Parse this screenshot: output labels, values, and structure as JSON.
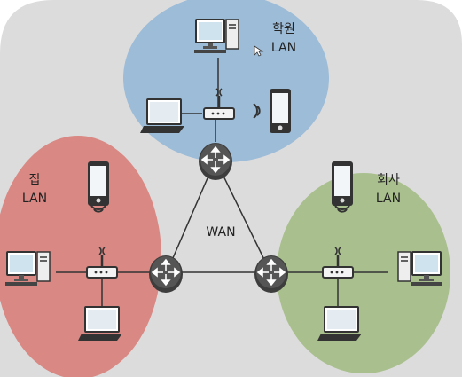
{
  "zones": {
    "academy": {
      "line1": "학원",
      "line2": "LAN"
    },
    "home": {
      "line1": "집",
      "line2": "LAN"
    },
    "office": {
      "line1": "회사",
      "line2": "LAN"
    },
    "wan": {
      "label": "WAN"
    }
  },
  "colors": {
    "background": "#dcdcdc",
    "academy_lan": "#9dbcd8",
    "home_lan": "#d98883",
    "office_lan": "#a9c08e",
    "router": "#3d3d3d"
  },
  "icons": [
    "desktop-computer-icon",
    "laptop-icon",
    "smartphone-icon",
    "wireless-access-point-icon",
    "router-icon",
    "wifi-signal-icon"
  ]
}
